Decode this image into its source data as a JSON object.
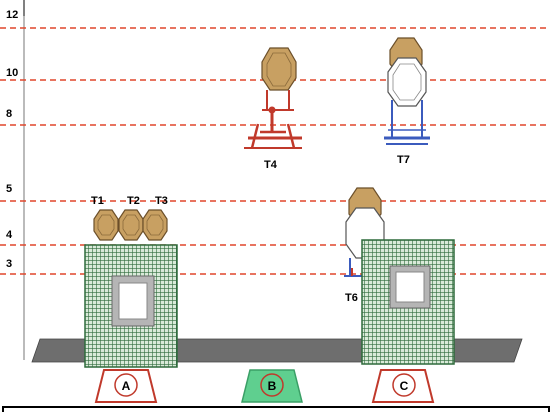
{
  "distance_markers": [
    {
      "value": "12"
    },
    {
      "value": "10"
    },
    {
      "value": "8"
    },
    {
      "value": "5"
    },
    {
      "value": "4"
    },
    {
      "value": "3"
    }
  ],
  "targets": {
    "t1": "T1",
    "t2": "T2",
    "t3": "T3",
    "t4": "T4",
    "t6": "T6",
    "t7": "T7"
  },
  "shooting_boxes": {
    "a": "A",
    "b": "B",
    "c": "C"
  },
  "colors": {
    "distance_line": "#e0472c",
    "steel_target": "#c8a062",
    "no_shoot": "#ffffff",
    "wall_mesh": "#2f6b3c",
    "wall_fill": "#d9ead9",
    "fault_line": "#6e6e6e",
    "box_a": "#c0392b",
    "box_b": "#5fcf8f",
    "box_c": "#c0392b",
    "stand_t4": "#c0392b",
    "stand_t7": "#3b5bbd"
  }
}
